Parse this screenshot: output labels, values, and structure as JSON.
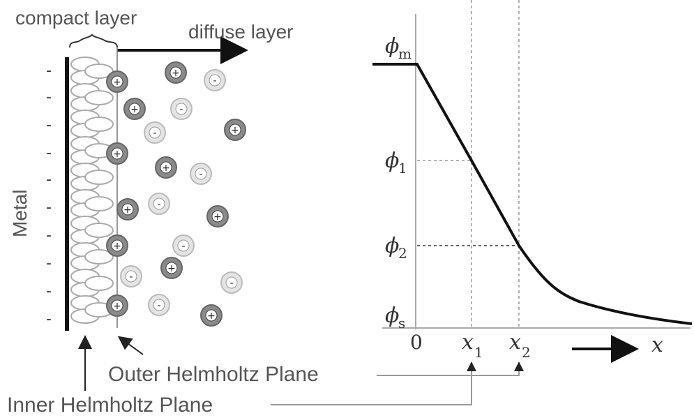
{
  "left_panel": {
    "compact_layer_label": "compact layer",
    "diffuse_layer_label": "diffuse layer",
    "metal_label": "Metal",
    "metal_charge_symbol": "-",
    "cation_symbol": "+",
    "anion_symbol": "-",
    "outer_plane_label": "Outer Helmholtz Plane",
    "inner_plane_label": "Inner Helmholtz Plane"
  },
  "potential_plot": {
    "phi_symbol": "ϕ",
    "y_labels": [
      {
        "sub": "m"
      },
      {
        "sub": "1"
      },
      {
        "sub": "2"
      },
      {
        "sub": "s"
      }
    ],
    "origin_label": "0",
    "x_symbol": "x",
    "x_labels": [
      {
        "sub": "1"
      },
      {
        "sub": "2"
      }
    ],
    "x_axis_label": "x"
  },
  "colors": {
    "line": "#111111",
    "axis": "#999999",
    "ellipse_stroke": "#aaaaaa",
    "cation_fill": "#8a8a8a",
    "anion_fill": "#e4e4e4"
  }
}
